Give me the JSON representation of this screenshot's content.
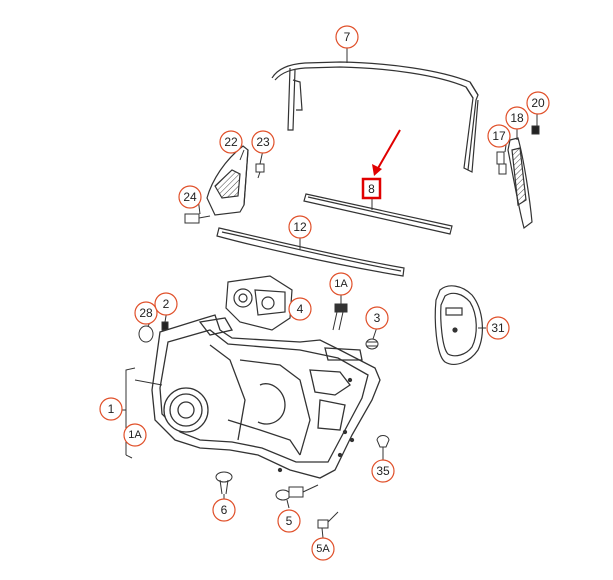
{
  "diagram": {
    "callouts": {
      "c7": "7",
      "c8": "8",
      "c12": "12",
      "c17": "17",
      "c18": "18",
      "c20": "20",
      "c22": "22",
      "c23": "23",
      "c24": "24",
      "c4": "4",
      "c1a_top": "1A",
      "c3": "3",
      "c28": "28",
      "c2": "2",
      "c31": "31",
      "c1": "1",
      "c1a_left": "1A",
      "c35": "35",
      "c6": "6",
      "c5": "5",
      "c5a": "5A"
    },
    "colors": {
      "callout_stroke": "#e0502a",
      "highlight": "#e00000",
      "line": "#333333"
    }
  }
}
